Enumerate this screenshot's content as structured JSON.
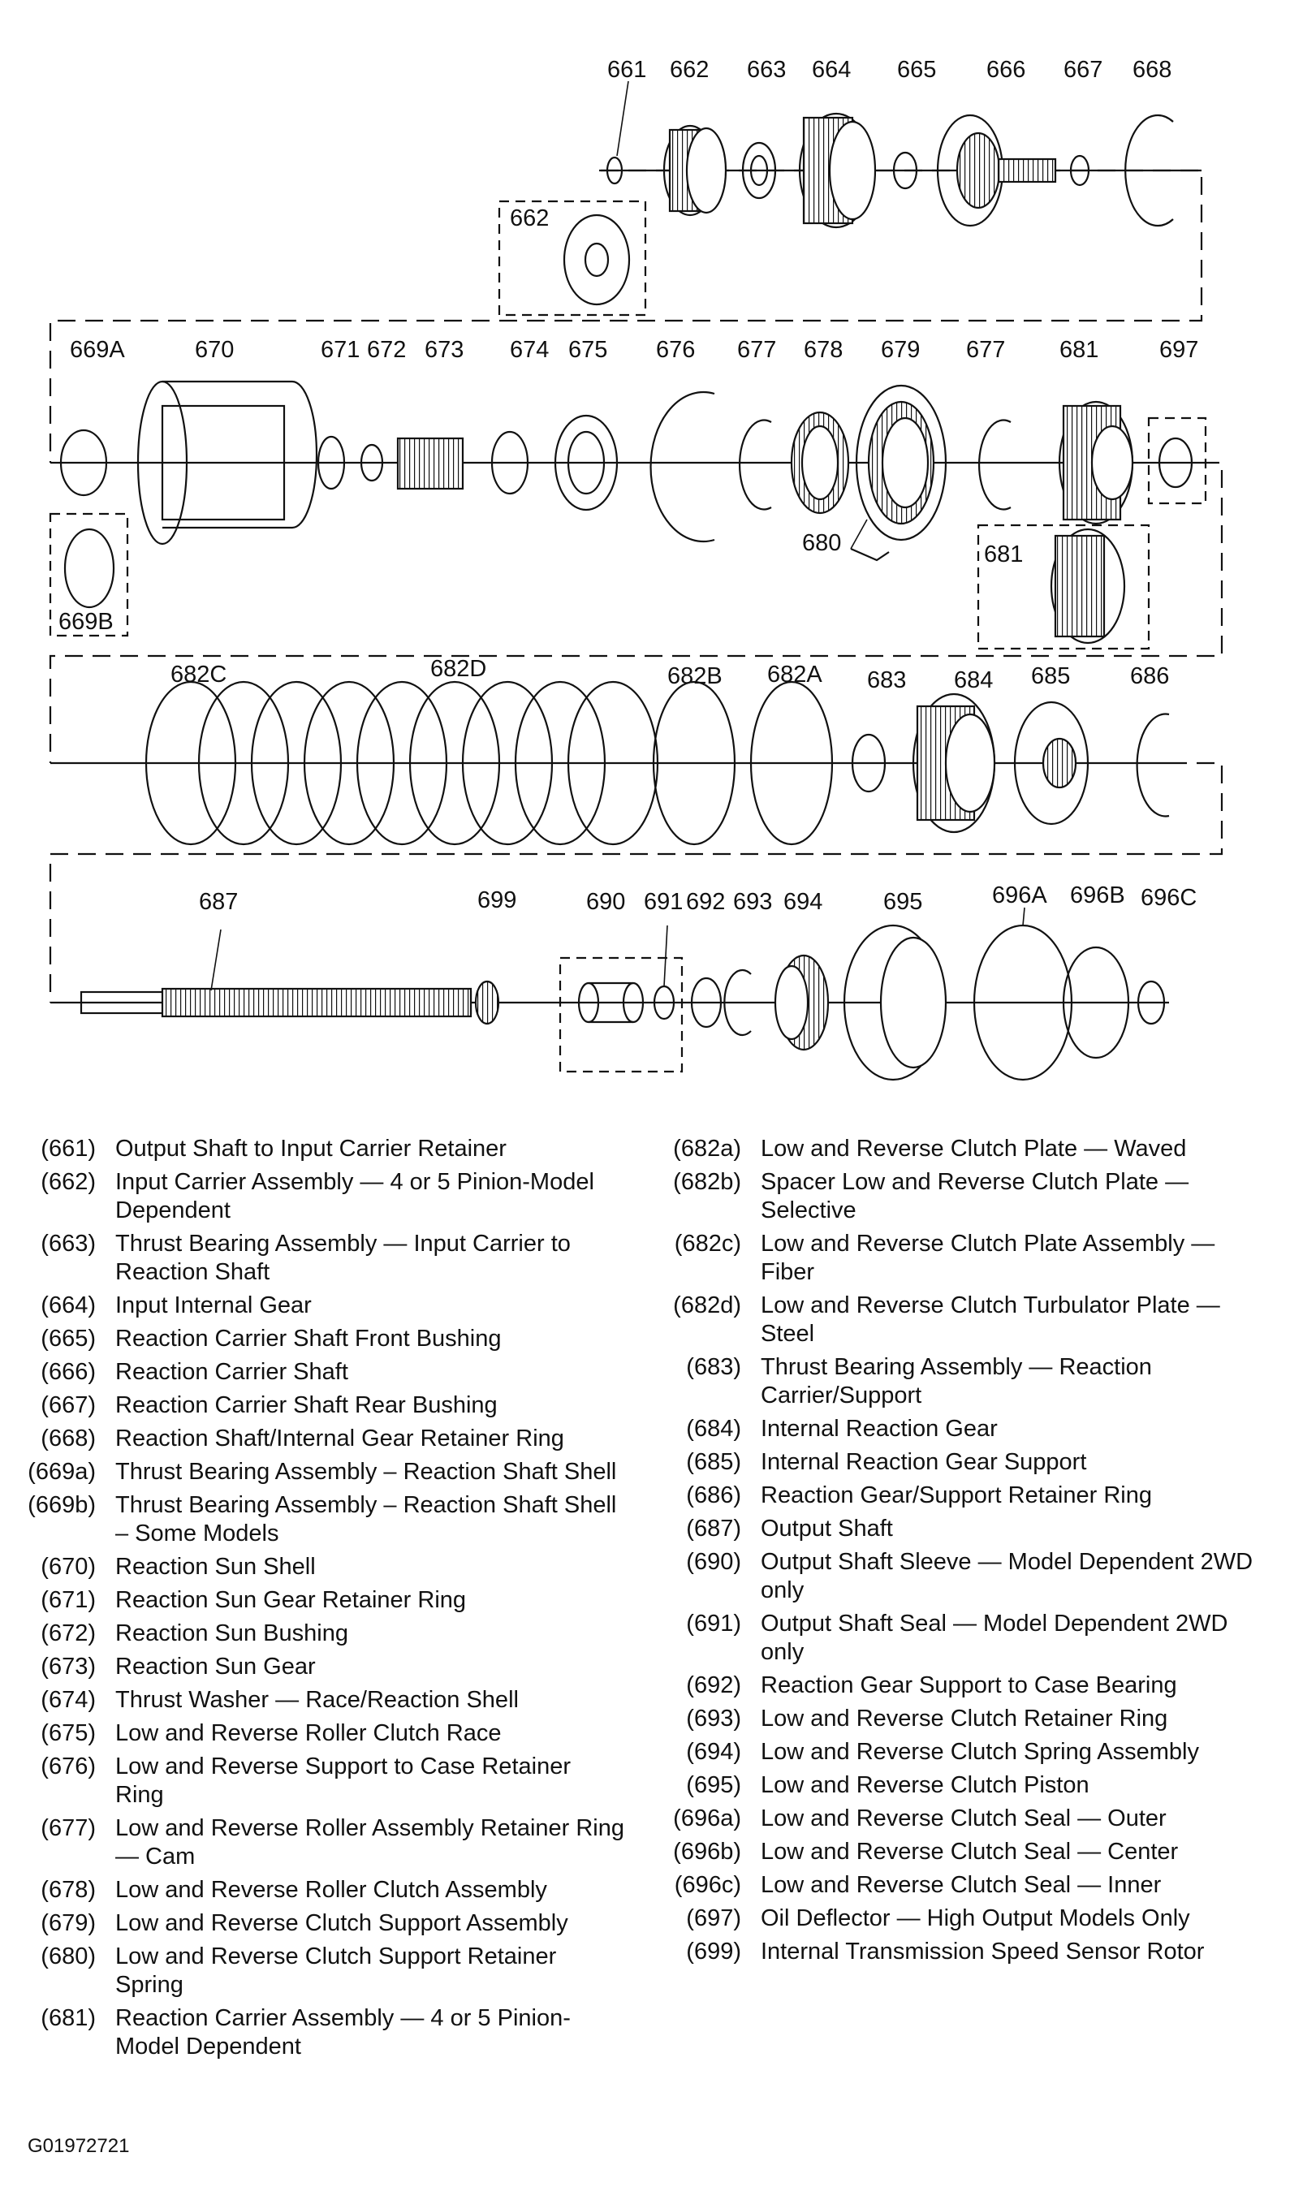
{
  "labels": {
    "row1": [
      "661",
      "662",
      "663",
      "664",
      "665",
      "666",
      "667",
      "668"
    ],
    "inset1": "662",
    "row2": [
      "669A",
      "670",
      "671",
      "672",
      "673",
      "674",
      "675",
      "676",
      "677",
      "678",
      "679",
      "677",
      "681",
      "697"
    ],
    "inset2a": "669B",
    "row2_extra": "680",
    "inset2b": "681",
    "row3": [
      "682C",
      "682D",
      "682B",
      "682A",
      "683",
      "684",
      "685",
      "686"
    ],
    "row4": [
      "687",
      "699",
      "690",
      "691",
      "692",
      "693",
      "694",
      "695",
      "696A",
      "696B",
      "696C"
    ]
  },
  "legend_left": [
    {
      "num": "(661)",
      "desc": "Output Shaft to Input Carrier Retainer"
    },
    {
      "num": "(662)",
      "desc": "Input Carrier Assembly — 4 or 5 Pinion-Model Dependent"
    },
    {
      "num": "(663)",
      "desc": "Thrust Bearing Assembly — Input Carrier to Reaction Shaft"
    },
    {
      "num": "(664)",
      "desc": "Input Internal Gear"
    },
    {
      "num": "(665)",
      "desc": "Reaction Carrier Shaft Front Bushing"
    },
    {
      "num": "(666)",
      "desc": "Reaction Carrier Shaft"
    },
    {
      "num": "(667)",
      "desc": "Reaction Carrier Shaft Rear Bushing"
    },
    {
      "num": "(668)",
      "desc": "Reaction Shaft/Internal Gear Retainer Ring"
    },
    {
      "num": "(669a)",
      "desc": "Thrust Bearing Assembly – Reaction Shaft Shell"
    },
    {
      "num": "(669b)",
      "desc": "Thrust Bearing Assembly – Reaction Shaft Shell – Some Models"
    },
    {
      "num": "(670)",
      "desc": "Reaction Sun Shell"
    },
    {
      "num": "(671)",
      "desc": "Reaction Sun Gear Retainer Ring"
    },
    {
      "num": "(672)",
      "desc": "Reaction Sun Bushing"
    },
    {
      "num": "(673)",
      "desc": "Reaction Sun Gear"
    },
    {
      "num": "(674)",
      "desc": "Thrust Washer — Race/Reaction Shell"
    },
    {
      "num": "(675)",
      "desc": "Low and Reverse Roller Clutch Race"
    },
    {
      "num": "(676)",
      "desc": "Low and Reverse Support to Case Retainer Ring"
    },
    {
      "num": "(677)",
      "desc": "Low and Reverse Roller Assembly Retainer Ring — Cam"
    },
    {
      "num": "(678)",
      "desc": "Low and Reverse Roller Clutch Assembly"
    },
    {
      "num": "(679)",
      "desc": "Low and Reverse Clutch Support Assembly"
    },
    {
      "num": "(680)",
      "desc": "Low and Reverse Clutch Support Retainer Spring"
    },
    {
      "num": "(681)",
      "desc": "Reaction Carrier Assembly — 4 or 5 Pinion-Model Dependent"
    }
  ],
  "legend_right": [
    {
      "num": "(682a)",
      "desc": "Low and Reverse Clutch Plate — Waved"
    },
    {
      "num": "(682b)",
      "desc": "Spacer Low and Reverse Clutch Plate — Selective"
    },
    {
      "num": "(682c)",
      "desc": "Low and Reverse Clutch Plate Assembly — Fiber"
    },
    {
      "num": "(682d)",
      "desc": "Low and Reverse Clutch Turbulator Plate — Steel"
    },
    {
      "num": "(683)",
      "desc": "Thrust Bearing Assembly — Reaction Carrier/Support"
    },
    {
      "num": "(684)",
      "desc": "Internal Reaction Gear"
    },
    {
      "num": "(685)",
      "desc": "Internal Reaction Gear Support"
    },
    {
      "num": "(686)",
      "desc": "Reaction Gear/Support Retainer Ring"
    },
    {
      "num": "(687)",
      "desc": "Output Shaft"
    },
    {
      "num": "(690)",
      "desc": "Output Shaft Sleeve — Model Dependent 2WD only"
    },
    {
      "num": "(691)",
      "desc": "Output Shaft Seal — Model Dependent 2WD only"
    },
    {
      "num": "(692)",
      "desc": "Reaction Gear Support to Case Bearing"
    },
    {
      "num": "(693)",
      "desc": "Low and Reverse Clutch Retainer Ring"
    },
    {
      "num": "(694)",
      "desc": "Low and Reverse Clutch Spring Assembly"
    },
    {
      "num": "(695)",
      "desc": "Low and Reverse Clutch Piston"
    },
    {
      "num": "(696a)",
      "desc": "Low and Reverse Clutch Seal — Outer"
    },
    {
      "num": "(696b)",
      "desc": "Low and Reverse Clutch Seal — Center"
    },
    {
      "num": "(696c)",
      "desc": "Low and Reverse Clutch Seal — Inner"
    },
    {
      "num": "(697)",
      "desc": "Oil Deflector — High Output Models Only"
    },
    {
      "num": "(699)",
      "desc": "Internal Transmission Speed Sensor Rotor"
    }
  ],
  "figure_id": "G01972721"
}
